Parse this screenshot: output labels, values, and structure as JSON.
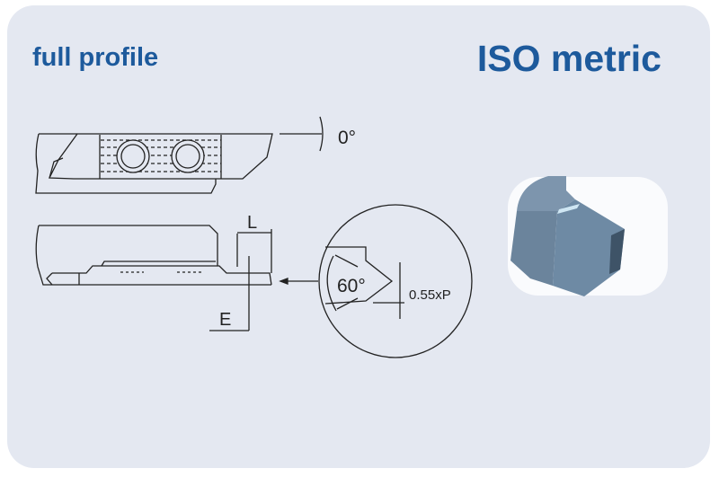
{
  "header": {
    "left_title": "full profile",
    "right_title": "ISO metric"
  },
  "diagram": {
    "angle_top": "0°",
    "label_L": "L",
    "label_E": "E",
    "angle_detail": "60°",
    "depth_label": "0.55xP"
  },
  "colors": {
    "title": "#1d5a9c",
    "background": "#e4e8f1",
    "insert": "#6b87a0"
  }
}
